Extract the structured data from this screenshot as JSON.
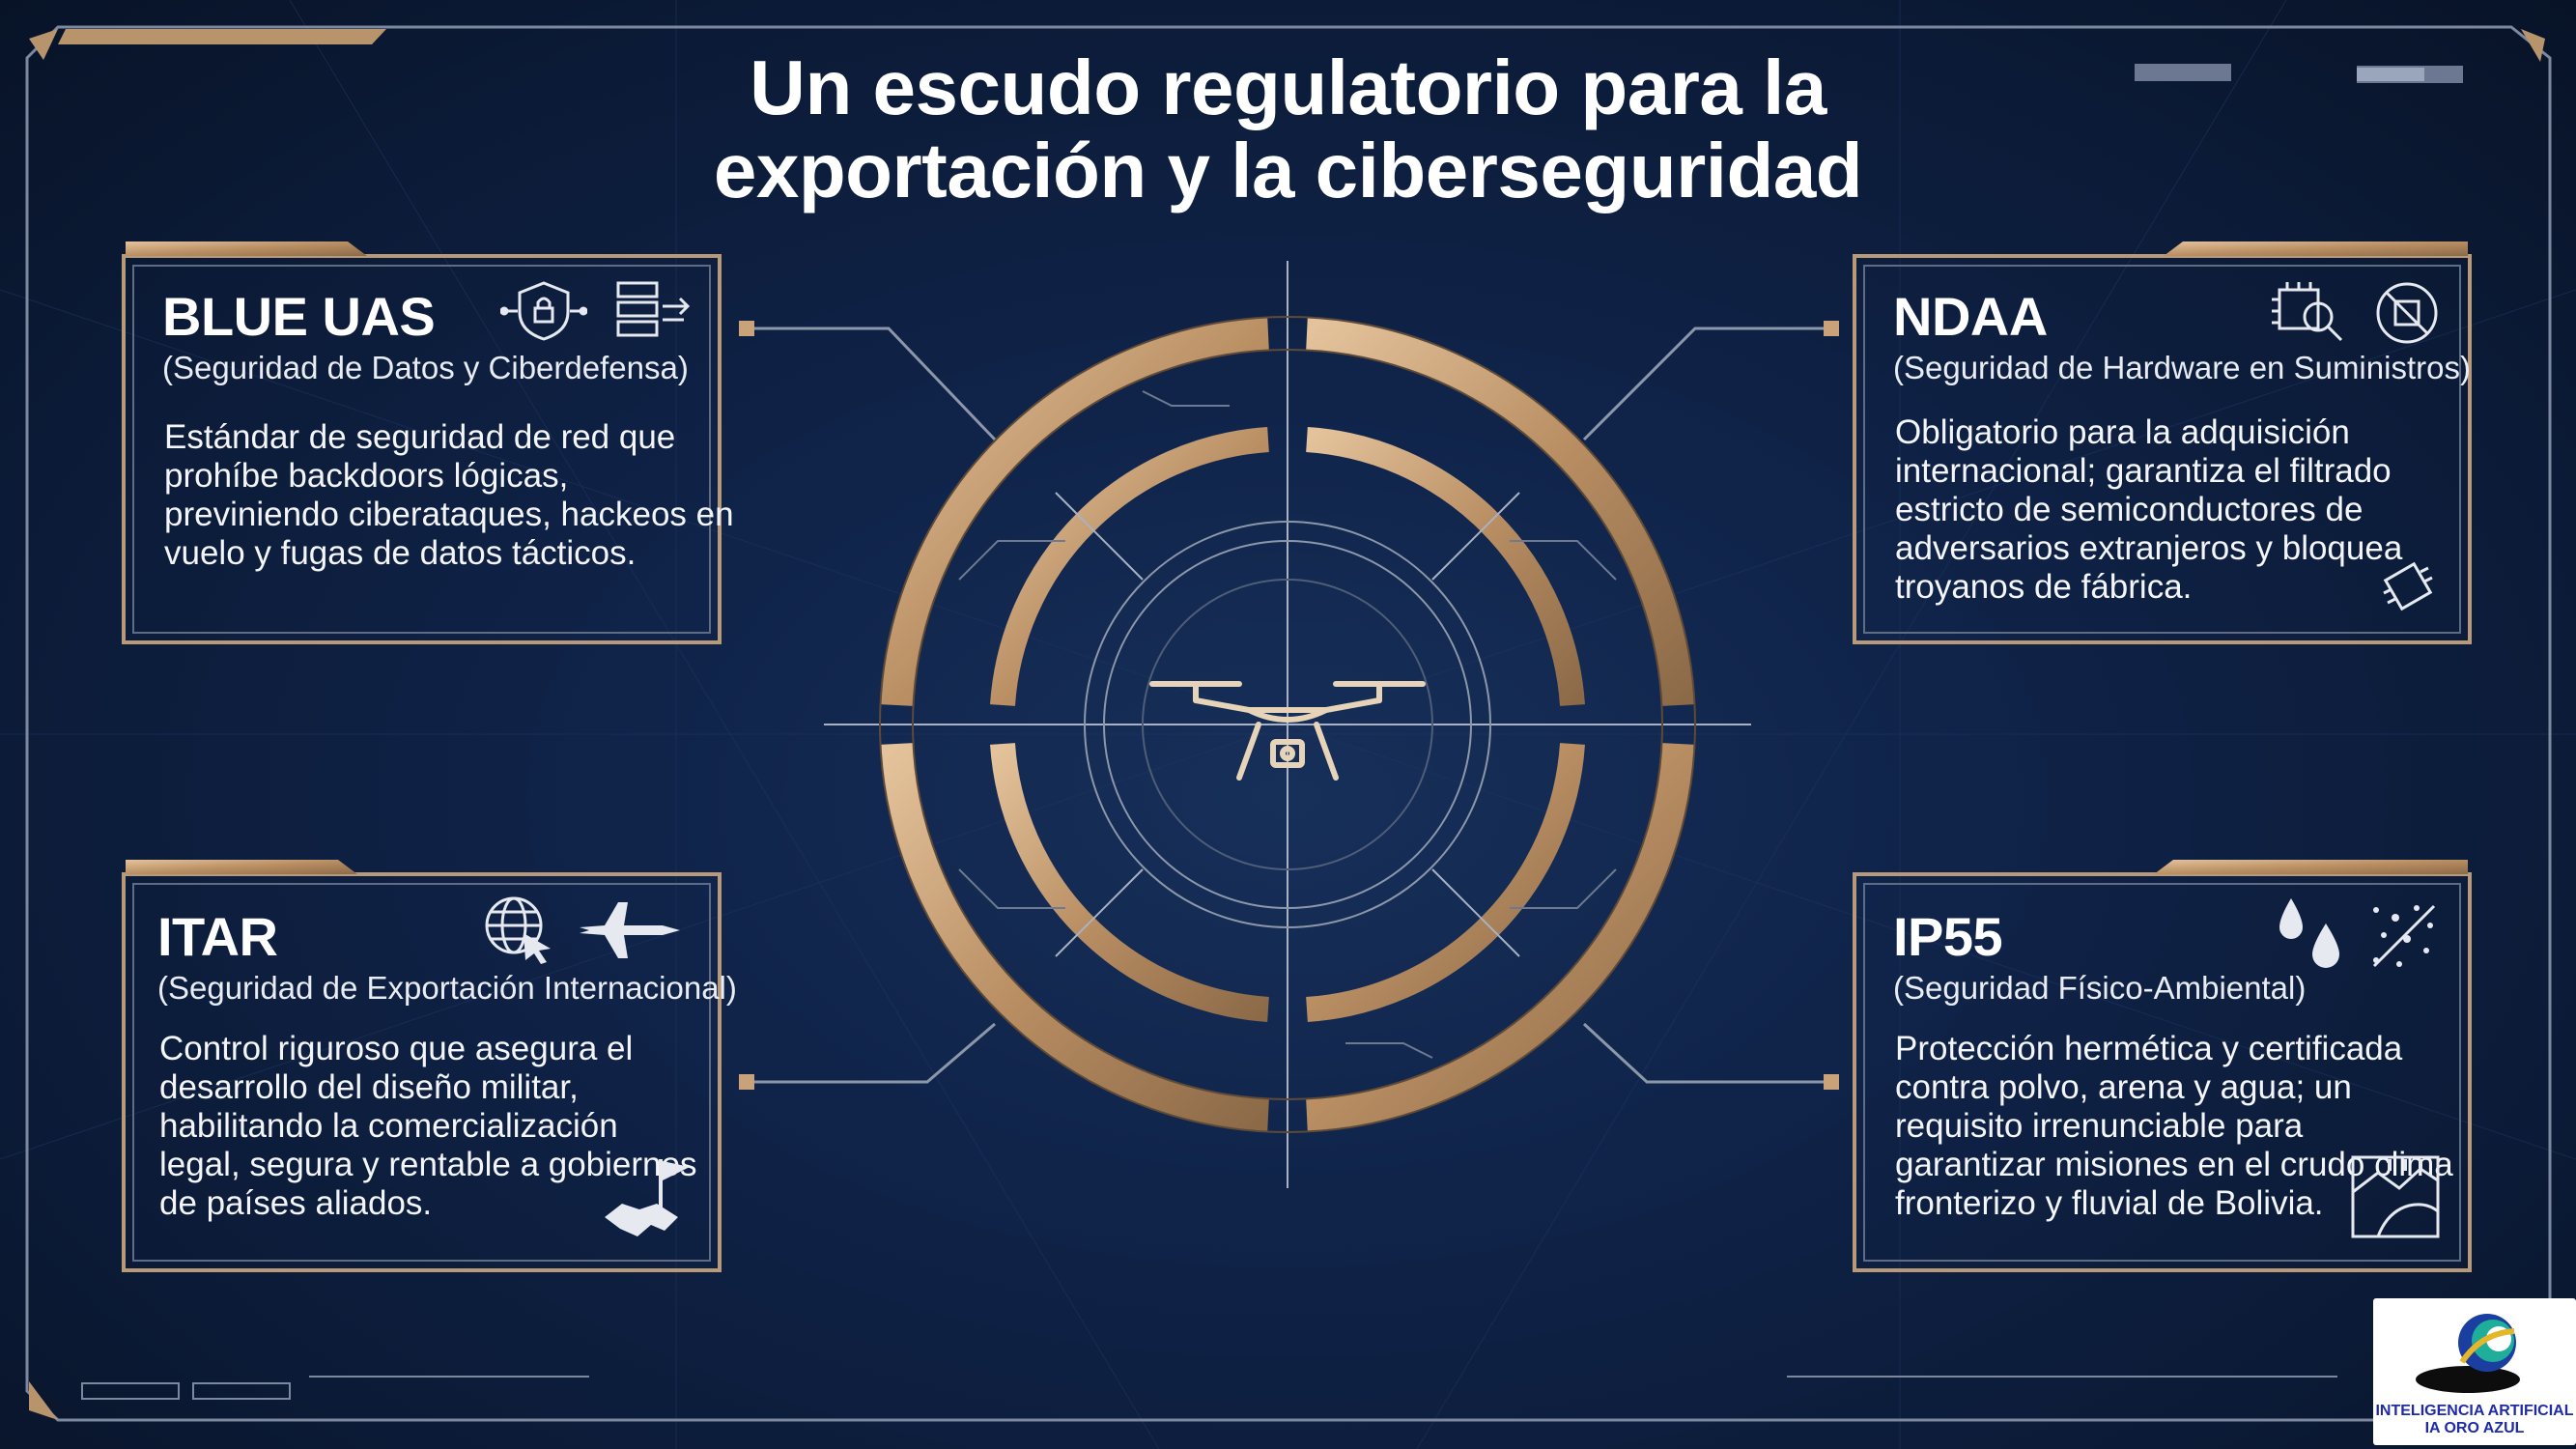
{
  "title": {
    "line1": "Un escudo regulatorio para la",
    "line2": "exportación y la ciberseguridad"
  },
  "panels": {
    "blue_uas": {
      "title": "BLUE UAS",
      "subtitle": "(Seguridad de Datos y Ciberdefensa)",
      "body": "Estándar de seguridad de red que prohíbe backdoors lógicas, previniendo ciberataques, hackeos en vuelo y fugas de datos tácticos.",
      "icons": [
        "shield-lock-network-icon",
        "server-transfer-icon"
      ]
    },
    "ndaa": {
      "title": "NDAA",
      "subtitle": "(Seguridad de Hardware en Suministros)",
      "body": "Obligatorio para la adquisición internacional; garantiza el filtrado estricto de semiconductores de adversarios extranjeros y bloquea troyanos de fábrica.",
      "icons": [
        "chip-magnifier-icon",
        "blocked-chip-icon",
        "microchip-icon"
      ]
    },
    "itar": {
      "title": "ITAR",
      "subtitle": "(Seguridad de Exportación Internacional)",
      "body": "Control riguroso que asegura el desarrollo del diseño militar, habilitando la comercialización legal, segura y rentable a gobiernos de países aliados.",
      "icons": [
        "globe-cursor-icon",
        "fighter-jet-icon",
        "handshake-flag-icon"
      ]
    },
    "ip55": {
      "title": "IP55",
      "subtitle": "(Seguridad Físico-Ambiental)",
      "body": "Protección hermética y certificada contra polvo, arena y agua; un requisito irrenunciable para garantizar misiones en el crudo clima fronterizo y fluvial de Bolivia.",
      "icons": [
        "water-drops-icon",
        "dust-particles-icon",
        "terrain-road-icon"
      ]
    }
  },
  "center": {
    "icon": "drone-icon"
  },
  "logo": {
    "line1": "INTELIGENCIA ARTIFICIAL",
    "line2": "IA ORO AZUL"
  },
  "colors": {
    "background": "#0c1a33",
    "gold": "#c9a27a",
    "frame_line": "#8f9bb0",
    "text": "#ffffff",
    "logo_text": "#1f2aa8"
  }
}
